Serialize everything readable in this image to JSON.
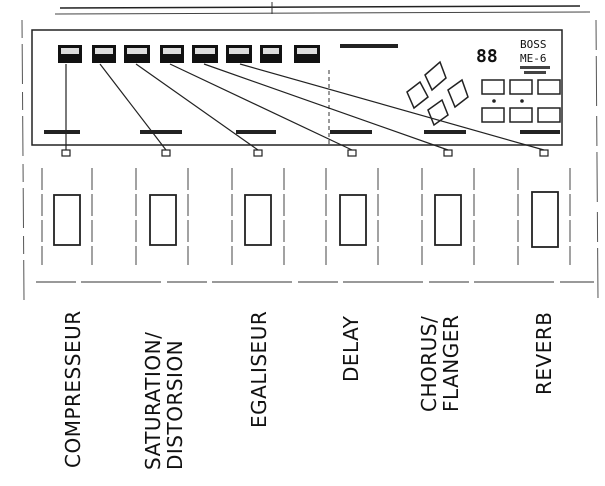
{
  "device": {
    "brand": "BOSS",
    "model": "ME-6",
    "display_value": "88"
  },
  "effect_labels": [
    {
      "line1": "COMPRESSEUR",
      "line2": ""
    },
    {
      "line1": "SATURATION/",
      "line2": "DISTORSION"
    },
    {
      "line1": "EGALISEUR",
      "line2": ""
    },
    {
      "line1": "DELAY",
      "line2": ""
    },
    {
      "line1": "CHORUS/",
      "line2": "FLANGER"
    },
    {
      "line1": "REVERB",
      "line2": ""
    }
  ]
}
